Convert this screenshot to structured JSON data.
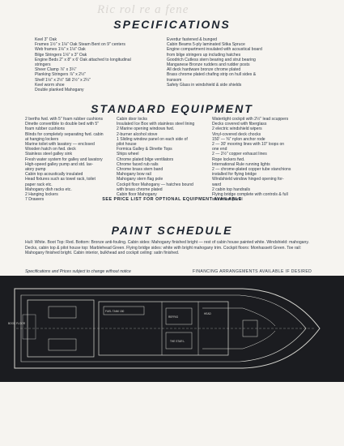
{
  "faint_text": "Ric  rol  re  a  fene",
  "specifications": {
    "heading": "SPECIFICATIONS",
    "left": [
      "Keel 3\" Oak",
      "Frames 1½\" x 1⅛\" Oak Steam Bent on 9\" centers",
      "Web frames 1⅛\" x 1⅛\" Oak",
      "Bilge Stringers 1⅛\" x 3\" Oak",
      "Engine Beds 2\" x 8\" x 6' Oak attached to longitudinal",
      "    stringers",
      "Sheer Clamp ⅞\" x 3¼\"",
      "Planking Stringers ⅞\" x 2½\"",
      "Shelf 1⅛\" x 2½\"  Sill 2½\" x 2¼\"",
      "Keel worm shoe",
      "Double planked Mahogany"
    ],
    "right": [
      "Everdur fastened & bunged",
      "Cabin Beams 5-ply laminated Sitka Spruce",
      "Engine compartment insulated with acoustical board",
      "    from bilge stringers up including hatches",
      "Goodrich Cutless stern bearing and strut bearing",
      "Manganese Bronze rudders and rudder posts",
      "All deck hardware bronze chrome plated",
      "Brass chrome plated chafing strip on hull sides &",
      "    transom",
      "Safety Glass in windshield & side shields"
    ]
  },
  "standard_equipment": {
    "heading": "STANDARD EQUIPMENT",
    "col1": [
      "2 berths fwd. with 5\" foam rubber cushions",
      "Dinette convertible to double bed with 5\"",
      "    foam rubber cushions",
      "Blinds for completely separating fwd. cabin",
      "    at hanging lockers",
      "Marine toilet with lavatory — enclosed",
      "Wooden hatch on fwd. deck",
      "Stainless steel galley sink",
      "Fresh water system for galley and lavatory",
      "High-speed galley pump and std. lav-",
      "    atory pump",
      "Cabin top acoustically insulated",
      "Head fixtures such as towel rack, toilet",
      "    paper rack etc.",
      "Mahogany dish racks etc.",
      "2 Hanging lockers",
      "7 Drawers"
    ],
    "col2": [
      "Cabin door locks",
      "Insulated Ice Box with stainless steel lining",
      "2 Marine opening windows fwd.",
      "2-burner alcohol stove",
      "1 Sliding window panel on each side of",
      "    pilot house",
      "Formica Galley & Dinette Tops",
      "Ships wheel",
      "Chrome plated bilge ventilators",
      "Chrome faced rub rails",
      "Chrome brass stem band",
      "Mahogany bow rail",
      "Mahogany stern flag pole",
      "Cockpit floor Mahogany — hatches bound",
      "    with brass chrome plated",
      "Cabin floor Mahogany"
    ],
    "col3": [
      "Watertight cockpit with 2½\" lead scuppers",
      "Decks covered with fiberglass",
      "2 electric windshield wipers",
      "Vinyl-covered deck chocks",
      "150' — ⅜\" nylon anchor rode",
      "2 — 30' mooring lines with 10\" loops on",
      "    one end",
      "2 — 2½\" copper exhaust lines",
      "Rope lockers fwd.",
      "International Rule running lights",
      "2 — chrome-plated copper tube stanchions",
      "    installed for flying bridge",
      "Windshield window hinged opening for-",
      "    ward",
      "2 cabin top handrails",
      "Flying bridge complete with controls & full",
      "    instrument panel"
    ]
  },
  "price_note": "SEE PRICE LIST FOR OPTIONAL EQUIPMENT AVAILABLE",
  "paint_schedule": {
    "heading": "PAINT SCHEDULE",
    "text": "Hull: White. Boot Top: Red. Bottom: Bronze anti-fouling. Cabin sides: Mahogany finished bright — rest of cabin house painted white. Windshield: mahogany. Decks, cabin top & pilot house top: Marblehead Green. Flying bridge sides: white with bright mahogany trim. Cockpit floors: Monhassett Green. Toe rail: Mahogany finished bright. Cabin interior, bulkhead and cockpit ceiling: satin finished."
  },
  "footer": {
    "left": "Specifications and Prices subject to change without notice",
    "right": "FINANCING ARRANGEMENTS AVAILABLE IF DESIRED"
  },
  "plan_labels": {
    "label_1": "FUEL TANK 150",
    "label_2": "BOOK FLOOR",
    "label_3": "REFRIG",
    "label_4": "HEAD",
    "label_5": "THE STAR L"
  }
}
